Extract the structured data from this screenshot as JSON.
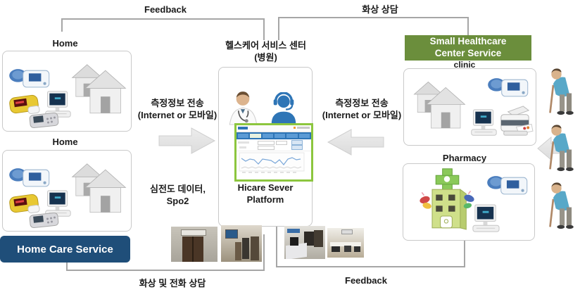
{
  "diagram_title_implicit": "Healthcare service flow diagram",
  "labels": {
    "feedback_top": "Feedback",
    "video_consult_top": "화상 상담",
    "home": "Home",
    "home_care_service": "Home Care Service",
    "center_title_line1": "헬스케어 서비스 센터",
    "center_title_line2": "(병원)",
    "platform_line1": "Hicare Sever",
    "platform_line2": "Platform",
    "transfer_line1": "측정정보 전송",
    "transfer_line2": "(Internet or 모바일)",
    "ecg_line1": "심전도 데이터,",
    "ecg_line2": "Spo2",
    "small_healthcare_line1": "Small Healthcare",
    "small_healthcare_line2": "Center Service",
    "clinic": "clinic",
    "pharmacy": "Pharmacy",
    "video_phone_consult_bottom": "화상 및 전화 상담",
    "feedback_bottom": "Feedback"
  },
  "colors": {
    "home_care_banner": "#1F4E79",
    "small_healthcare_banner": "#6B8E3C",
    "connector_line": "#A6A6A6",
    "dashboard_border": "#8CC63E",
    "dashboard_navbar": "#2E75B6",
    "arrow_fill": "#E6E6E6",
    "operator_blue": "#2E75B6",
    "elderly_shirt": "#58A8C8"
  },
  "icons": [
    "houses-icon",
    "bp-monitor-icon",
    "pulse-oximeter-icon",
    "terminal-icon",
    "handheld-device-icon",
    "printer-icon",
    "pharmacy-building-icon",
    "doctor-icon",
    "operator-headset-icon",
    "elderly-person-icon",
    "arrow-right-icon",
    "arrow-left-icon",
    "dashboard-screenshot"
  ]
}
